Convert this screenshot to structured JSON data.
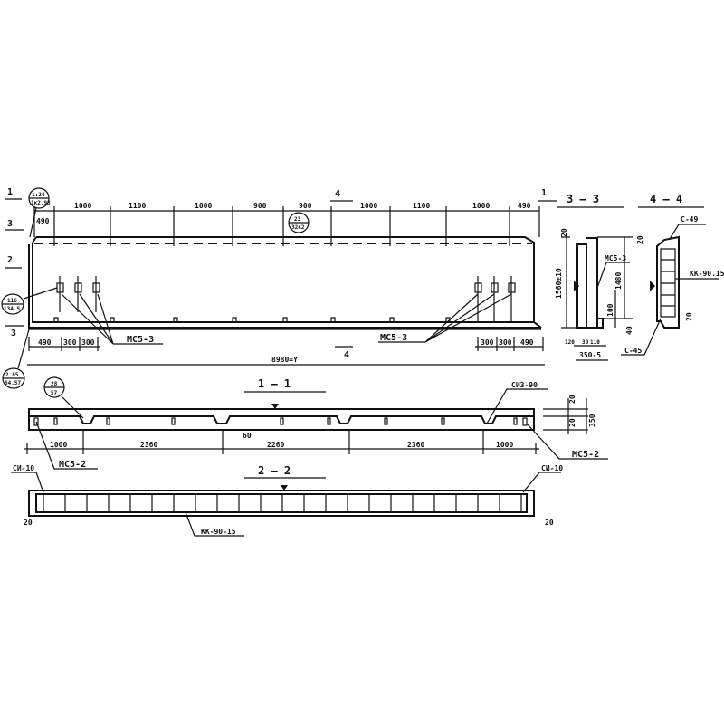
{
  "top_view": {
    "top_dims": [
      "490",
      "1000",
      "1100",
      "1000",
      "900",
      "900",
      "1000",
      "1100",
      "1000",
      "490"
    ],
    "left_bottom_dims": [
      "490",
      "300",
      "300"
    ],
    "right_bottom_dims": [
      "300",
      "300",
      "490"
    ],
    "overall": "8980=Y",
    "insert_label_left": "MC5-3",
    "insert_label_right": "MC5-3",
    "callout_top_left": [
      "1:24",
      "1к2.93"
    ],
    "callout_mid": [
      "23",
      "32к2"
    ],
    "callout_left": [
      "116",
      "134.5"
    ],
    "callout_bottom_left": [
      "2.85",
      "64.57"
    ],
    "section_marks": [
      "1",
      "3",
      "2",
      "3",
      "4",
      "4",
      "1"
    ]
  },
  "section_1_1": {
    "title": "1 — 1",
    "dims": [
      "1000",
      "2360",
      "2260",
      "2360",
      "1000"
    ],
    "label_left": "MC5-2",
    "label_right": "MC5-2",
    "label_top": "СИЗ-90",
    "callout": [
      "28",
      "57"
    ],
    "small_dim": "60",
    "height_dims": [
      "20",
      "20",
      "350"
    ]
  },
  "section_2_2": {
    "title": "2 — 2",
    "label_left": "СИ-10",
    "label_right": "СИ-10",
    "label_bottom": "КК-90-15",
    "dim_left": "20",
    "dim_right": "20"
  },
  "section_3_3": {
    "title": "3 — 3",
    "label": "MC5-3",
    "height": "1560±10",
    "inner_height": "1480",
    "dim_100": "100",
    "dim_top": "20",
    "dim_bottom": "40",
    "width_parts": [
      "120",
      "30",
      "110"
    ],
    "width": "350-5"
  },
  "section_4_4": {
    "title": "4 — 4",
    "label_top": "C-49",
    "label_mid": "КК-90.15",
    "label_bottom": "C-45",
    "dim_top": "20",
    "dim_bottom": "20"
  }
}
